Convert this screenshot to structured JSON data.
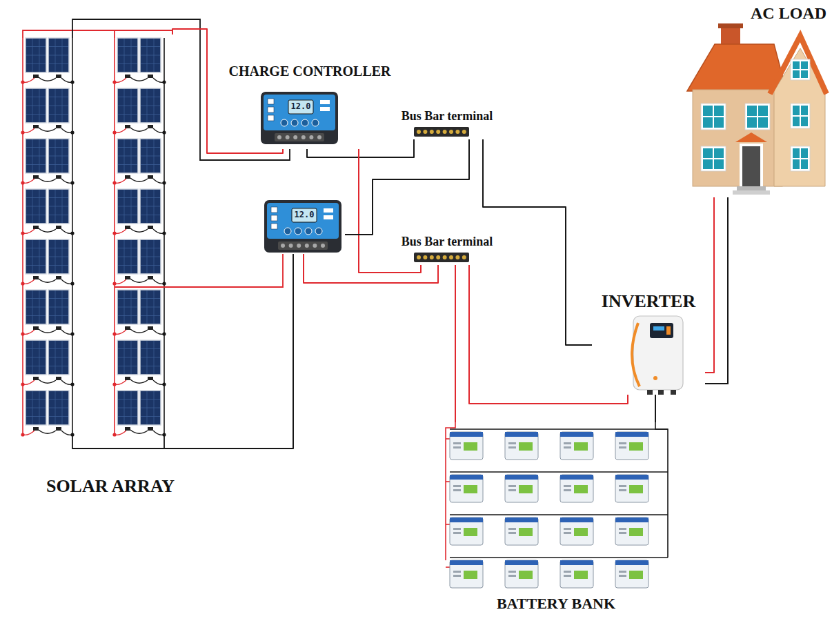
{
  "diagram": {
    "nodes": [
      {
        "text": [
          "AC LOAD"
        ]
      },
      {
        "text": [
          "CHARGE CONTROLLER",
          "12.0"
        ]
      },
      {
        "text": [
          "Bus Bar terminal"
        ]
      },
      {
        "text": [
          "12.0"
        ]
      },
      {
        "text": [
          "Bus Bar terminal"
        ]
      },
      {
        "text": [
          "INVERTER"
        ]
      },
      {
        "text": [
          "SOLAR ARRAY"
        ]
      },
      {
        "text": [
          "BATTERY BANK"
        ]
      }
    ],
    "edges": [
      {
        "from": 6,
        "to": 1,
        "arrow": "none"
      },
      {
        "from": 6,
        "to": 3,
        "arrow": "none"
      },
      {
        "from": 1,
        "to": 2,
        "arrow": "none"
      },
      {
        "from": 1,
        "to": 4,
        "arrow": "none"
      },
      {
        "from": 3,
        "to": 2,
        "arrow": "none"
      },
      {
        "from": 3,
        "to": 4,
        "arrow": "none"
      },
      {
        "from": 2,
        "to": 5,
        "arrow": "none"
      },
      {
        "from": 4,
        "to": 5,
        "arrow": "none"
      },
      {
        "from": 4,
        "to": 7,
        "arrow": "none"
      },
      {
        "from": 5,
        "to": 7,
        "arrow": "none"
      },
      {
        "from": 5,
        "to": 0,
        "arrow": "none"
      }
    ]
  }
}
